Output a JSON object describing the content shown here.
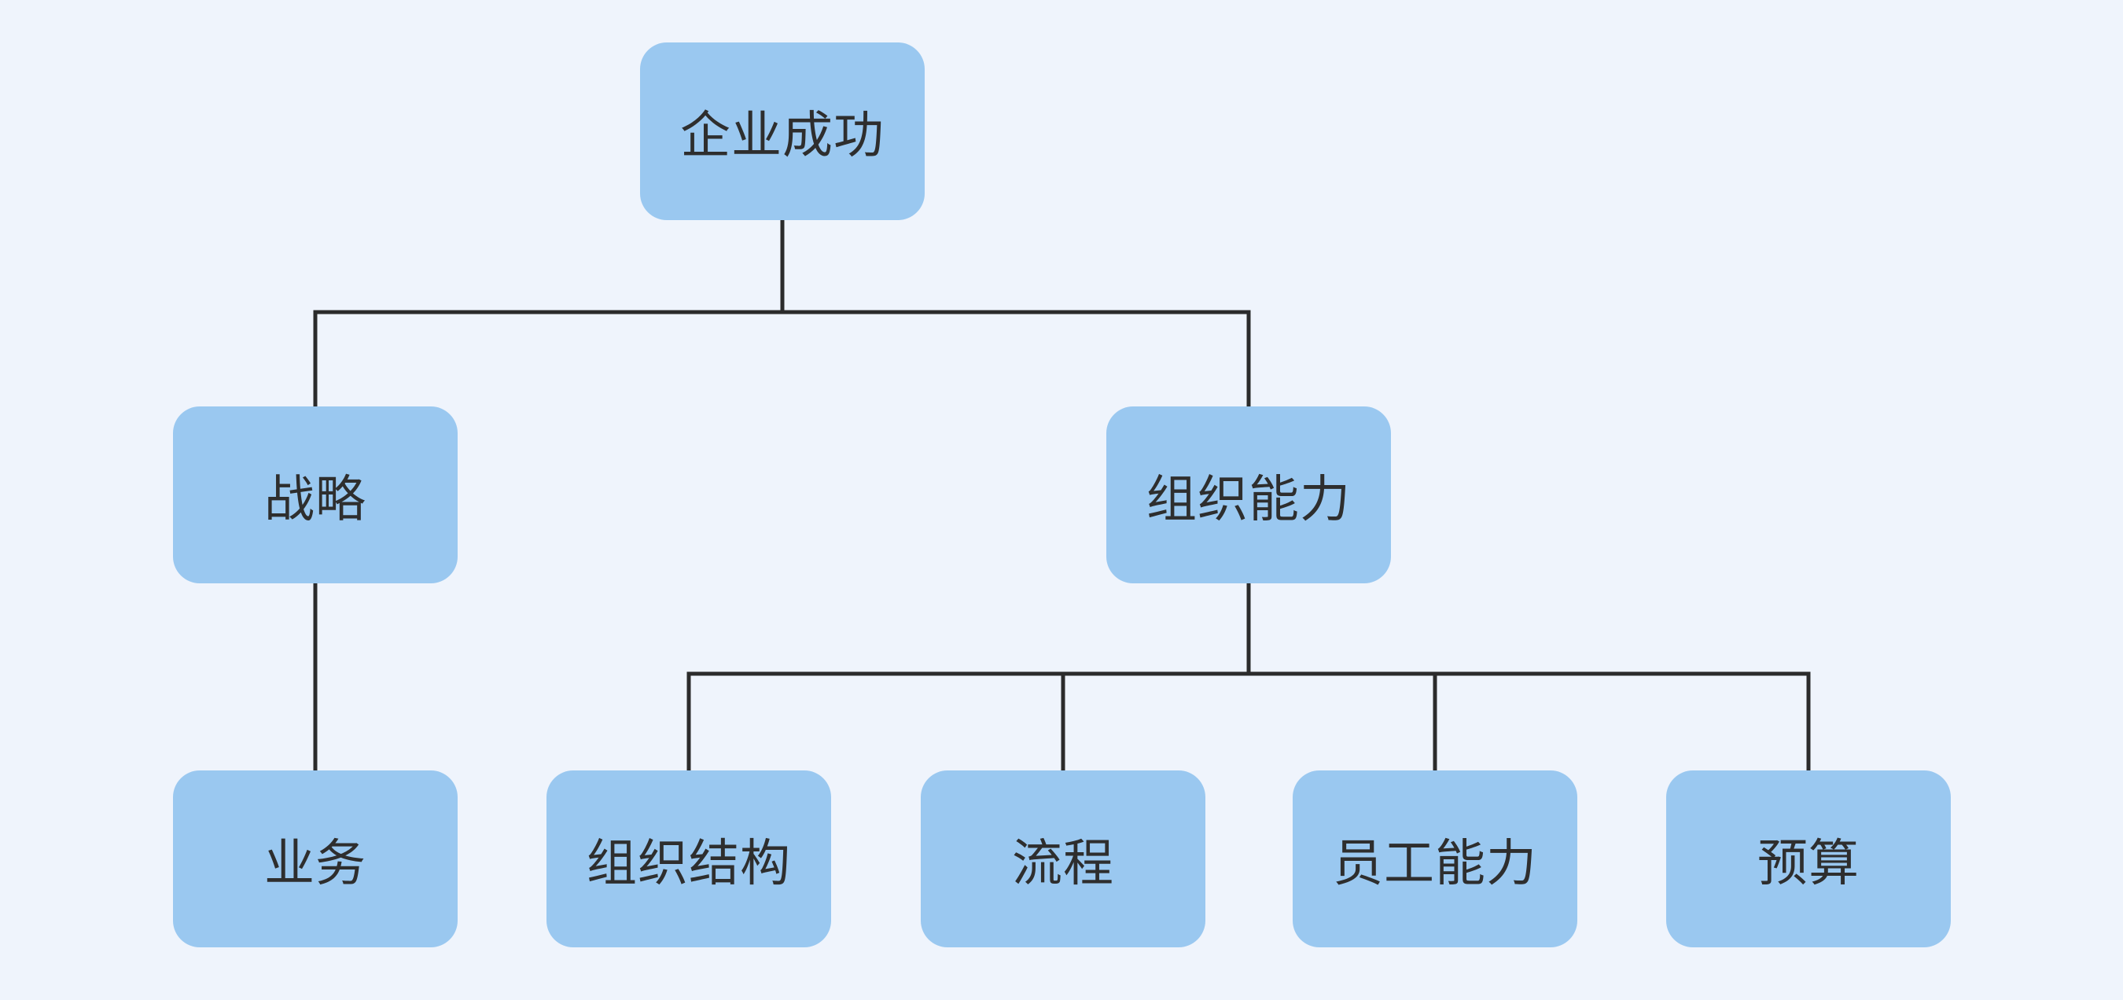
{
  "diagram": {
    "type": "tree",
    "colors": {
      "background": "#EFF4FC",
      "node_fill": "#9AC8F0",
      "node_text": "#2E2E2E",
      "connector": "#2B2B2B"
    },
    "nodes": [
      {
        "id": "enterprise-success",
        "label": "企业成功",
        "level": 0,
        "parent": null
      },
      {
        "id": "strategy",
        "label": "战略",
        "level": 1,
        "parent": "enterprise-success"
      },
      {
        "id": "org-capability",
        "label": "组织能力",
        "level": 1,
        "parent": "enterprise-success"
      },
      {
        "id": "business",
        "label": "业务",
        "level": 2,
        "parent": "strategy"
      },
      {
        "id": "org-structure",
        "label": "组织结构",
        "level": 2,
        "parent": "org-capability"
      },
      {
        "id": "process",
        "label": "流程",
        "level": 2,
        "parent": "org-capability"
      },
      {
        "id": "employee-capability",
        "label": "员工能力",
        "level": 2,
        "parent": "org-capability"
      },
      {
        "id": "budget",
        "label": "预算",
        "level": 2,
        "parent": "org-capability"
      }
    ]
  }
}
